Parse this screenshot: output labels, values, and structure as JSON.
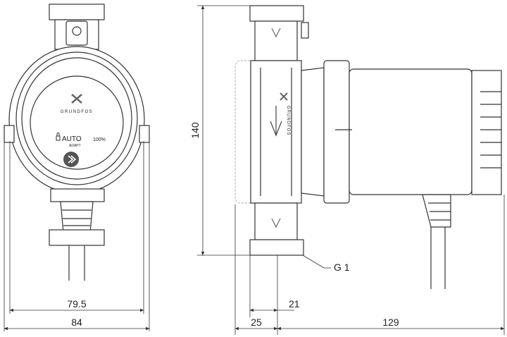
{
  "drawing": {
    "subject": "circulator pump dimensional drawing",
    "line_color": "#333333",
    "fill_color": "#ffffff",
    "faded_color": "#bbbbbb"
  },
  "front_view": {
    "brand_text": "GRUNDFOS",
    "mode_label": "AUTO",
    "mode_sublabel": "ADAPT",
    "percent_label": "100%"
  },
  "side_view": {
    "brand_text": "GRUNDFOS"
  },
  "dimensions": {
    "width_inner": "79.5",
    "width_outer": "84",
    "height": "140",
    "connection_width": "21",
    "connection_offset": "25",
    "body_length": "129",
    "thread_callout": "G 1"
  }
}
